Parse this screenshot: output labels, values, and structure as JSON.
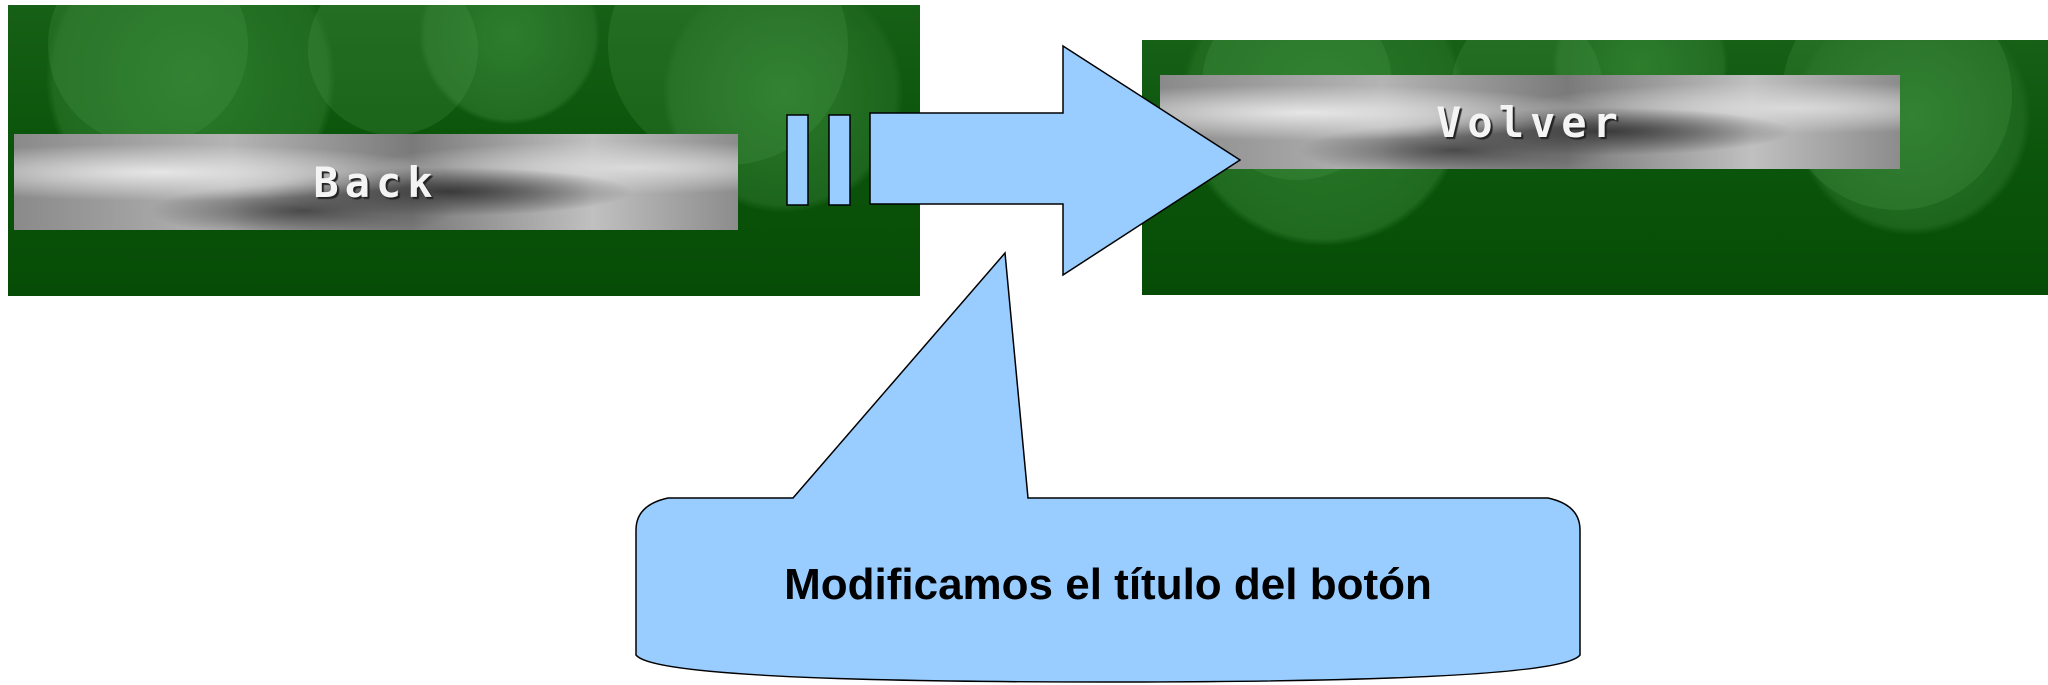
{
  "before_button": {
    "label": "Back"
  },
  "after_button": {
    "label": "Volver"
  },
  "callout": {
    "text": "Modificamos el título del botón"
  },
  "colors": {
    "panel_green": "#0c550c",
    "arrow_fill": "#99ccff",
    "outline": "#000000"
  }
}
